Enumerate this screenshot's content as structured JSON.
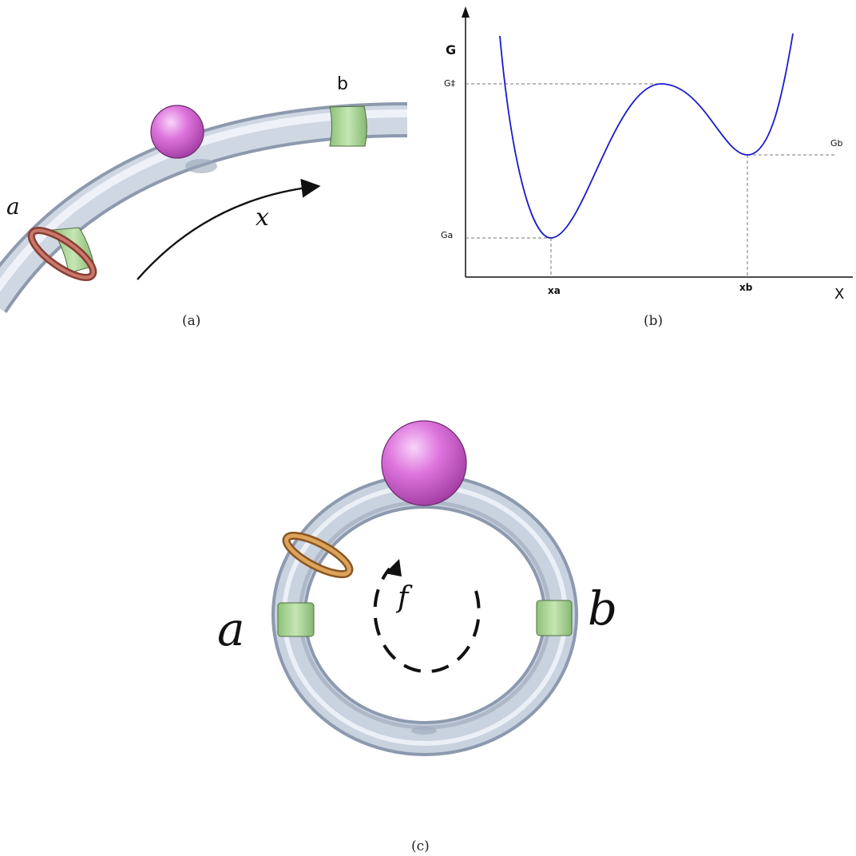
{
  "panel_a": {
    "label_a": "a",
    "label_b": "b",
    "label_x": "x",
    "caption": "(a)"
  },
  "panel_b": {
    "axis_y_label": "G",
    "axis_x_label": "X",
    "tick_g_dagger": "G‡",
    "tick_g_a": "Ga",
    "tick_g_b": "Gb",
    "tick_x_a": "xa",
    "tick_x_b": "xb",
    "caption": "(b)",
    "curve_color": "#1a1acc"
  },
  "panel_c": {
    "label_a": "a",
    "label_b": "b",
    "label_f": "f",
    "caption": "(c)"
  },
  "colors": {
    "track": "#c9d2df",
    "site": "#a6d38f",
    "ball": "#d86ad8",
    "ring_a": "#b5655c",
    "ring_c": "#d08a40"
  }
}
